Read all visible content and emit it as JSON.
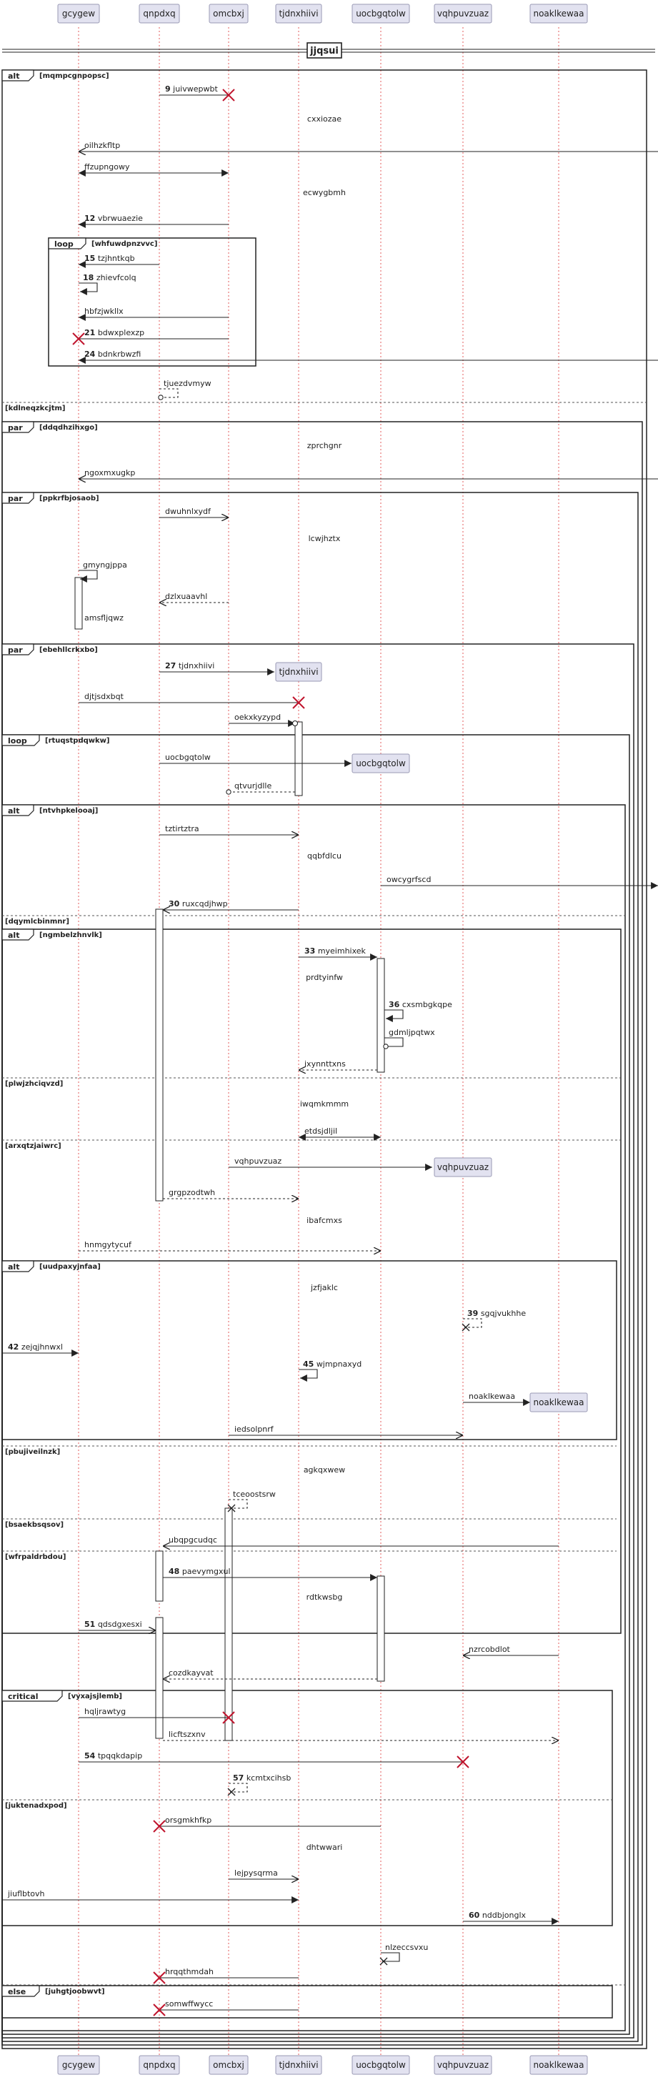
{
  "diagram": {
    "title": "jjqsui",
    "participants": [
      {
        "id": "gcygew",
        "label": "gcygew"
      },
      {
        "id": "qnpdxq",
        "label": "qnpdxq"
      },
      {
        "id": "omcbxj",
        "label": "omcbxj"
      },
      {
        "id": "tjdnxhiivi",
        "label": "tjdnxhiivi"
      },
      {
        "id": "uocbgqtolw",
        "label": "uocbgqtolw"
      },
      {
        "id": "vqhpuvzuaz",
        "label": "vqhpuvzuaz"
      },
      {
        "id": "noaklkewaa",
        "label": "noaklkewaa"
      }
    ],
    "fragments": [
      {
        "kind": "alt",
        "guard": "[mqmpcgnpopsc]",
        "else": [
          "[kdlneqzkcjtm]"
        ]
      },
      {
        "kind": "loop",
        "guard": "[whfuwdpnzvvc]"
      },
      {
        "kind": "par",
        "guard": "[ddqdhzihxgo]"
      },
      {
        "kind": "par",
        "guard": "[ppkrfbjosaob]"
      },
      {
        "kind": "par",
        "guard": "[ebehllcrkxbo]"
      },
      {
        "kind": "loop",
        "guard": "[rtuqstpdqwkw]"
      },
      {
        "kind": "alt",
        "guard": "[ntvhpkelooaj]",
        "else": [
          "[dqymlcbinmnr]"
        ]
      },
      {
        "kind": "alt",
        "guard": "[ngmbelzhnvlk]",
        "else": [
          "[plwjzhciqvzd]",
          "[arxqtzjaiwrc]"
        ]
      },
      {
        "kind": "alt",
        "guard": "[uudpaxyjnfaa]",
        "else": [
          "[pbujiveilnzk]",
          "[bsaekbsqsov]",
          "[wfrpaldrbdou]"
        ]
      },
      {
        "kind": "critical",
        "guard": "[vyxajsjlemb]",
        "else": [
          "[juktenadxpod]"
        ]
      },
      {
        "kind": "else",
        "guard": "[juhgtjoobwvt]"
      }
    ],
    "messages": [
      {
        "num": "9",
        "text": "juivwepwbt"
      },
      {
        "num": "",
        "text": "cxxiozae"
      },
      {
        "num": "",
        "text": "oilhzkfltp"
      },
      {
        "num": "",
        "text": "ffzupngowy"
      },
      {
        "num": "",
        "text": "ecwygbmh"
      },
      {
        "num": "12",
        "text": "vbrwuaezie"
      },
      {
        "num": "15",
        "text": "tzjhntkqb"
      },
      {
        "num": "18",
        "text": "zhievfcolq"
      },
      {
        "num": "",
        "text": "hbfzjwkllx"
      },
      {
        "num": "21",
        "text": "bdwxplexzp"
      },
      {
        "num": "24",
        "text": "bdnkrbwzfi"
      },
      {
        "num": "",
        "text": "tjuezdvmyw"
      },
      {
        "num": "",
        "text": "zprchgnr"
      },
      {
        "num": "",
        "text": "ngoxmxugkp"
      },
      {
        "num": "",
        "text": "dwuhnlxydf"
      },
      {
        "num": "",
        "text": "lcwjhztx"
      },
      {
        "num": "",
        "text": "gmyngjppa"
      },
      {
        "num": "",
        "text": "dzlxuaavhl"
      },
      {
        "num": "",
        "text": "amsfljqwz"
      },
      {
        "num": "27",
        "text": "tjdnxhiivi"
      },
      {
        "num": "",
        "text": "djtjsdxbqt"
      },
      {
        "num": "",
        "text": "oekxkyzypd"
      },
      {
        "num": "",
        "text": "uocbgqtolw"
      },
      {
        "num": "",
        "text": "qtvurjdlle"
      },
      {
        "num": "",
        "text": "tztirtztra"
      },
      {
        "num": "",
        "text": "qqbfdlcu"
      },
      {
        "num": "",
        "text": "owcygrfscd"
      },
      {
        "num": "30",
        "text": "ruxcqdjhwp"
      },
      {
        "num": "33",
        "text": "myeimhixek"
      },
      {
        "num": "",
        "text": "prdtyinfw"
      },
      {
        "num": "36",
        "text": "cxsmbgkqpe"
      },
      {
        "num": "",
        "text": "gdmljpqtwx"
      },
      {
        "num": "",
        "text": "ixynnttxns"
      },
      {
        "num": "",
        "text": "iwqmkmmm"
      },
      {
        "num": "",
        "text": "etdsjdljil"
      },
      {
        "num": "",
        "text": "vqhpuvzuaz"
      },
      {
        "num": "",
        "text": "grgpzodtwh"
      },
      {
        "num": "",
        "text": "ibafcmxs"
      },
      {
        "num": "",
        "text": "hnmgytycuf"
      },
      {
        "num": "",
        "text": "jzfjaklc"
      },
      {
        "num": "39",
        "text": "sgqjvukhhe"
      },
      {
        "num": "42",
        "text": "zejqjhnwxl"
      },
      {
        "num": "45",
        "text": "wjmpnaxyd"
      },
      {
        "num": "",
        "text": "noaklkewaa"
      },
      {
        "num": "",
        "text": "iedsolpnrf"
      },
      {
        "num": "",
        "text": "agkqxwew"
      },
      {
        "num": "",
        "text": "tceoostsrw"
      },
      {
        "num": "",
        "text": "ubqpgcudqc"
      },
      {
        "num": "48",
        "text": "paevymgxul"
      },
      {
        "num": "",
        "text": "rdtkwsbg"
      },
      {
        "num": "51",
        "text": "qdsdgxesxi"
      },
      {
        "num": "",
        "text": "nzrcobdlot"
      },
      {
        "num": "",
        "text": "cozdkayvat"
      },
      {
        "num": "",
        "text": "hqljrawtyg"
      },
      {
        "num": "",
        "text": "licftszxnv"
      },
      {
        "num": "54",
        "text": "tpqqkdapip"
      },
      {
        "num": "57",
        "text": "kcmtxcihsb"
      },
      {
        "num": "",
        "text": "orsgmkhfkp"
      },
      {
        "num": "",
        "text": "dhtwwari"
      },
      {
        "num": "",
        "text": "lejpysqrma"
      },
      {
        "num": "",
        "text": "jiuflbtovh"
      },
      {
        "num": "60",
        "text": "nddbjonglx"
      },
      {
        "num": "",
        "text": "nlzeccsvxu"
      },
      {
        "num": "",
        "text": "hrqqthmdah"
      },
      {
        "num": "",
        "text": "somwffwycc"
      }
    ]
  }
}
